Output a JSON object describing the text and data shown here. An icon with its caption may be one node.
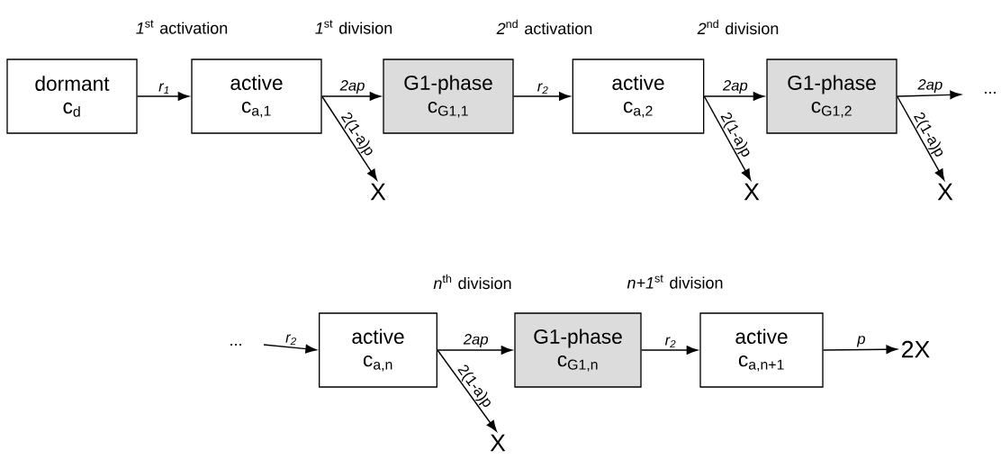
{
  "diagram": {
    "nodes": [
      {
        "text": [
          "dormant",
          "c$_{d}$"
        ]
      },
      {
        "text": [
          "active",
          "c$_{a,1}$"
        ]
      },
      {
        "text": [
          "G1-phase",
          "c$_{G1,1}$"
        ]
      },
      {
        "text": [
          "X"
        ]
      },
      {
        "text": [
          "active",
          "c$_{a,2}$"
        ]
      },
      {
        "text": [
          "G1-phase",
          "c$_{G1,2}$"
        ]
      },
      {
        "text": [
          "X"
        ]
      },
      {
        "text": [
          "X"
        ]
      },
      {
        "text": [
          "active",
          "c$_{a,n}$"
        ]
      },
      {
        "text": [
          "G1-phase",
          "c$_{G1,n}$"
        ]
      },
      {
        "text": [
          "X"
        ]
      },
      {
        "text": [
          "active",
          "c$_{a,n+1}$"
        ]
      },
      {
        "text": [
          "2X"
        ]
      }
    ],
    "edges": [
      {
        "from": 0,
        "to": 1,
        "arrow": "to",
        "label": "r$_{1}$"
      },
      {
        "from": 1,
        "to": 2,
        "arrow": "to",
        "label": "2ap"
      },
      {
        "from": 1,
        "to": 3,
        "arrow": "to",
        "label": "2(1-a)p"
      },
      {
        "from": 2,
        "to": 4,
        "arrow": "to",
        "label": "r$_{2}$"
      },
      {
        "from": 4,
        "to": 5,
        "arrow": "to",
        "label": "2ap"
      },
      {
        "from": 4,
        "to": 6,
        "arrow": "to",
        "label": "2(1-a)p"
      },
      {
        "from": 5,
        "to": null,
        "arrow": "to",
        "label": "2ap"
      },
      {
        "from": 5,
        "to": 7,
        "arrow": "to",
        "label": "2(1-a)p"
      },
      {
        "from": null,
        "to": 8,
        "arrow": "to",
        "label": "r$_{2}$"
      },
      {
        "from": 8,
        "to": 9,
        "arrow": "to",
        "label": "2ap"
      },
      {
        "from": 8,
        "to": 10,
        "arrow": "to",
        "label": "2(1-a)p"
      },
      {
        "from": 9,
        "to": 11,
        "arrow": "to",
        "label": "r$_{2}$"
      },
      {
        "from": 11,
        "to": 12,
        "arrow": "to",
        "label": "p"
      }
    ],
    "labels": [
      "*1*$^{st}$ activation",
      "*1*$^{st}$ division",
      "*2*$^{nd}$ activation",
      "*2*$^{nd}$ division",
      "...",
      "...",
      "*n*$^{th}$ division",
      "*n+1*$^{st}$ division"
    ]
  }
}
